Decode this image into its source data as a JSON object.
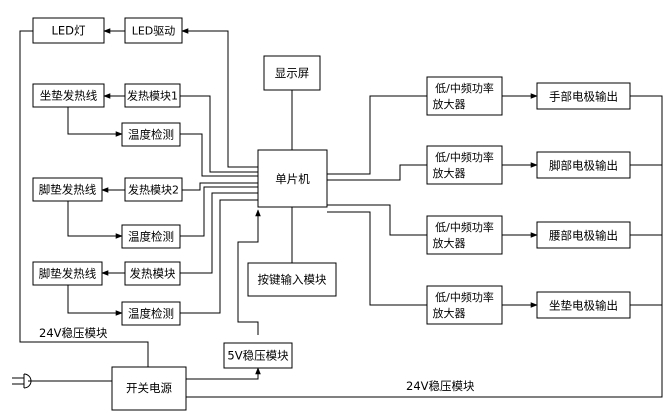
{
  "blocks": {
    "led_light": "LED灯",
    "led_driver": "LED驱动",
    "display": "显示屏",
    "seat_wire": "坐垫发热线",
    "heat_module_1": "发热模块1",
    "temp_detect_1": "温度检测",
    "foot_wire_1": "脚垫发热线",
    "heat_module_2": "发热模块2",
    "temp_detect_2": "温度检测",
    "foot_wire_2": "脚垫发热线",
    "heat_module_3": "发热模块",
    "temp_detect_3": "温度检测",
    "mcu": "单片机",
    "key_input": "按键输入模块",
    "reg_5v": "5V稳压模块",
    "switch_psu": "开关电源",
    "amp_line1": "低/中频功率",
    "amp_line2": "放大器",
    "hand_electrode": "手部电极输出",
    "foot_electrode": "脚部电极输出",
    "waist_electrode": "腰部电极输出",
    "seat_electrode": "坐垫电极输出"
  },
  "labels": {
    "reg_24v_left": "24V稳压模块",
    "reg_24v_bottom": "24V稳压模块"
  }
}
